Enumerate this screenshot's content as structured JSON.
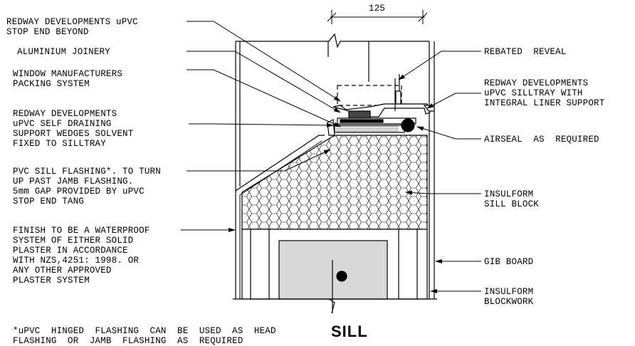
{
  "title": "SILL",
  "dimension": "125",
  "labels_left": [
    "REDWAY DEVELOPMENTS uPVC\nSTOP END BEYOND",
    "ALUMINIUM JOINERY",
    "WINDOW MANUFACTURERS\nPACKING SYSTEM",
    "REDWAY DEVELOPMENTS\nuPVC SELF DRAINING\nSUPPORT WEDGES SOLVENT\nFIXED TO SILLTRAY",
    "PVC SILL FLASHING*. TO TURN\nUP PAST JAMB FLASHING.\n5mm GAP PROVIDED BY uPVC\nSTOP END TANG",
    "FINISH TO BE A WATERPROOF\nSYSTEM OF EITHER SOLID\nPLASTER IN ACCORDANCE\nWITH NZS,4251: 1998. OR\nANY OTHER APPROVED\nPLASTER SYSTEM"
  ],
  "labels_right": [
    "REBATED  REVEAL",
    "REDWAY DEVELOPMENTS\nuPVC SILLTRAY WITH\nINTEGRAL LINER SUPPORT",
    "AIRSEAL  AS  REQUIRED",
    "INSULFORM\nSILL BLOCK",
    "GIB BOARD",
    "INSULFORM\nBLOCKWORK"
  ],
  "footnote": "*uPVC  HINGED  FLASHING  CAN  BE  USED  AS  HEAD\nFLASHING  OR  JAMB  FLASHING  AS  REQUIRED"
}
